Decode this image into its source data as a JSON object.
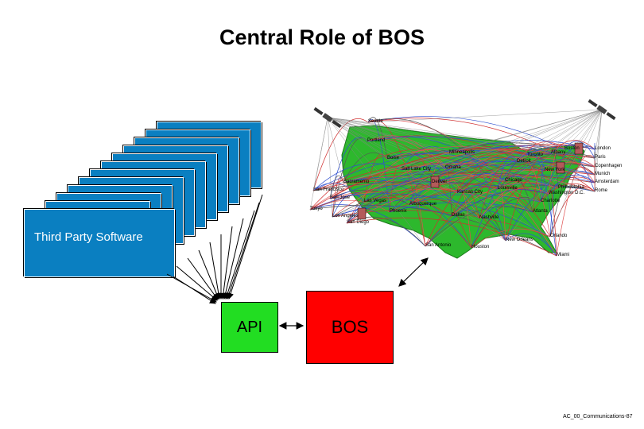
{
  "title": "Central Role of BOS",
  "left_panel": {
    "label": "Third Party Software"
  },
  "api_label": "API",
  "bos_label": "BOS",
  "footer": "AC_00_Communications-87",
  "map": {
    "cities": [
      {
        "name": "Seattle"
      },
      {
        "name": "Portland"
      },
      {
        "name": "Minneapolis"
      },
      {
        "name": "Boise"
      },
      {
        "name": "Omaha"
      },
      {
        "name": "Salt Lake City"
      },
      {
        "name": "Sacramento"
      },
      {
        "name": "Denver"
      },
      {
        "name": "San Francisco"
      },
      {
        "name": "San Jose"
      },
      {
        "name": "Tokyo"
      },
      {
        "name": "Las Vegas"
      },
      {
        "name": "Albuquerque"
      },
      {
        "name": "Phoenix"
      },
      {
        "name": "Los Angeles"
      },
      {
        "name": "San Diego"
      },
      {
        "name": "Kansas City"
      },
      {
        "name": "Dallas"
      },
      {
        "name": "San Antonio"
      },
      {
        "name": "Houston"
      },
      {
        "name": "New Orleans"
      },
      {
        "name": "Atlanta"
      },
      {
        "name": "Orlando"
      },
      {
        "name": "Miami"
      },
      {
        "name": "Chicago"
      },
      {
        "name": "Detroit"
      },
      {
        "name": "Toronto"
      },
      {
        "name": "Albany"
      },
      {
        "name": "Boston"
      },
      {
        "name": "New York"
      },
      {
        "name": "Philadelphia"
      },
      {
        "name": "Washington D.C."
      },
      {
        "name": "Charlotte"
      },
      {
        "name": "Louisville"
      },
      {
        "name": "Nashville"
      },
      {
        "name": "London"
      },
      {
        "name": "Paris"
      },
      {
        "name": "Copenhagen"
      },
      {
        "name": "Munich"
      },
      {
        "name": "Amsterdam"
      },
      {
        "name": "Rome"
      }
    ]
  },
  "colors": {
    "card": "#0a7fc1",
    "api": "#22dd22",
    "bos": "#ff0000",
    "map_land": "#2db82d"
  }
}
